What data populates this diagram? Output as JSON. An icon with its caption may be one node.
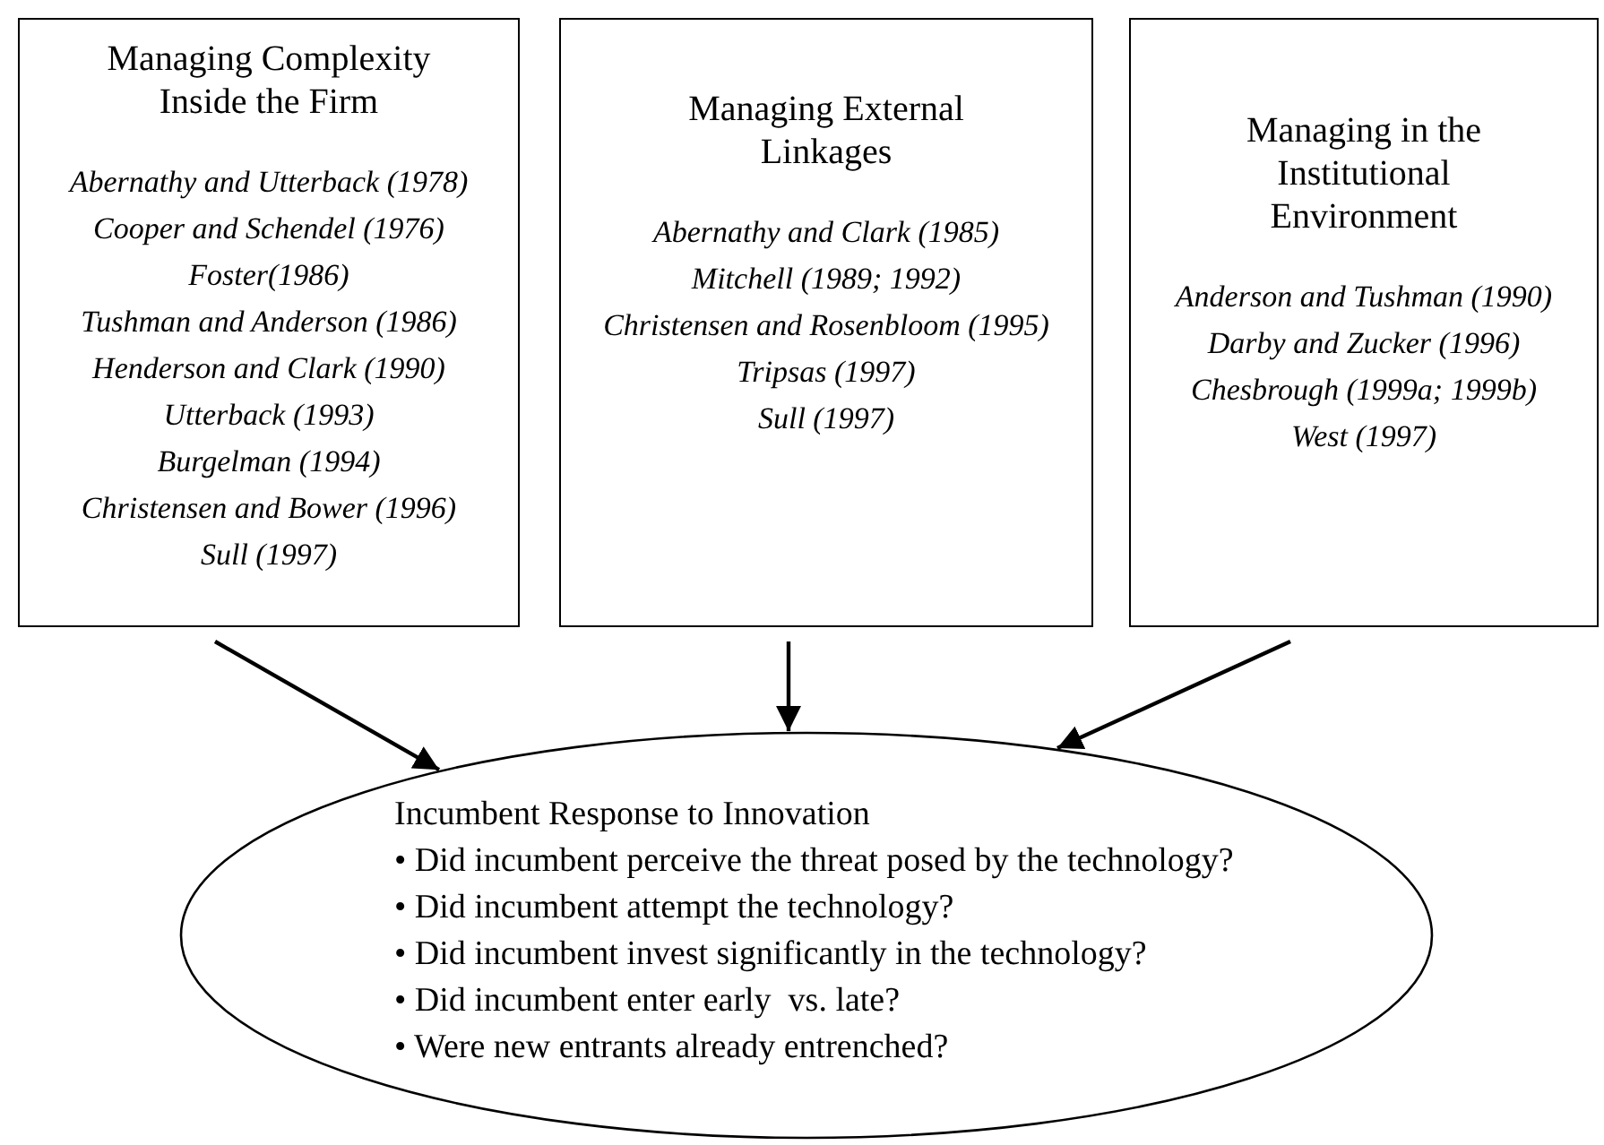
{
  "diagram": {
    "nodes": [
      {
        "text": [
          "Managing Complexity Inside the Firm",
          "Abernathy and Utterback (1978)",
          "Cooper and Schendel (1976)",
          "Foster(1986)",
          "Tushman and Anderson (1986)",
          "Henderson and Clark (1990)",
          "Utterback (1993)",
          "Burgelman (1994)",
          "Christensen and Bower (1996)",
          "Sull (1997)"
        ]
      },
      {
        "text": [
          "Managing External Linkages",
          "Abernathy and Clark (1985)",
          "Mitchell (1989; 1992)",
          "Christensen and Rosenbloom (1995)",
          "Tripsas (1997)",
          "Sull (1997)"
        ]
      },
      {
        "text": [
          "Managing in the Institutional Environment",
          "Anderson and Tushman (1990)",
          "Darby and Zucker (1996)",
          "Chesbrough (1999a; 1999b)",
          "West (1997)"
        ]
      },
      {
        "text": [
          "Incumbent Response to Innovation",
          "• Did incumbent perceive the threat posed by the technology?",
          "• Did incumbent attempt the technology?",
          "• Did incumbent invest significantly in the technology?",
          "• Did incumbent enter early  vs. late?",
          "• Were new entrants already entrenched?"
        ]
      }
    ],
    "edges": [
      {
        "from": 0,
        "to": 3,
        "arrow": "to"
      },
      {
        "from": 1,
        "to": 3,
        "arrow": "to"
      },
      {
        "from": 2,
        "to": 3,
        "arrow": "to"
      }
    ]
  }
}
